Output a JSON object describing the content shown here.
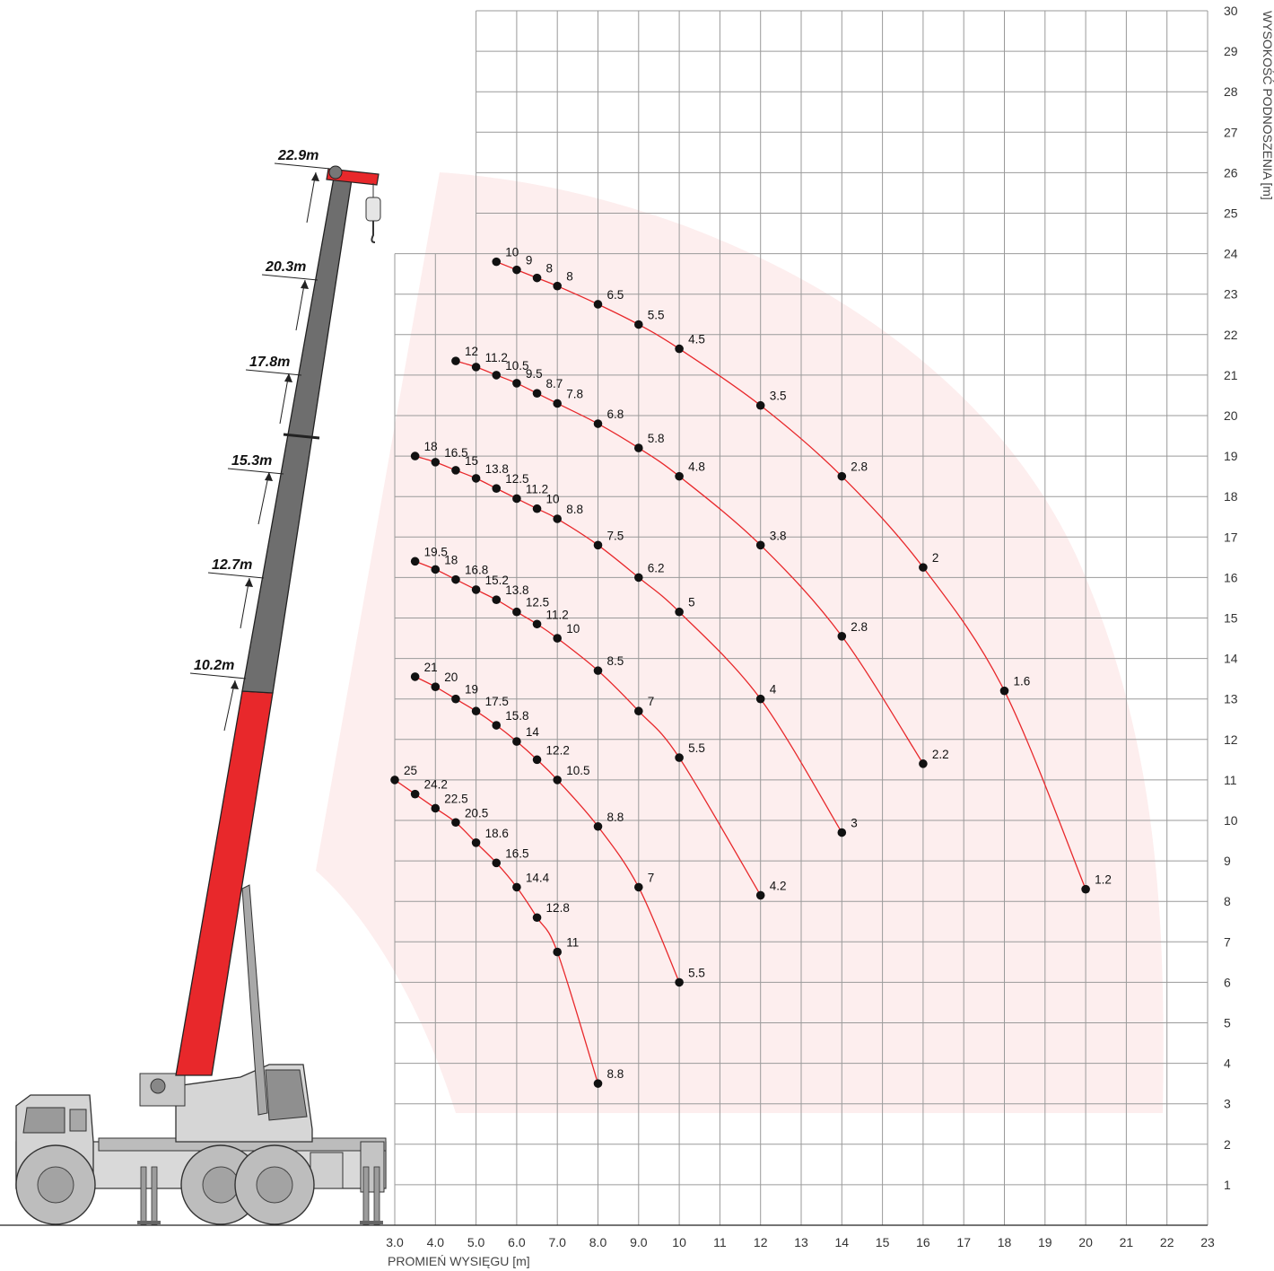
{
  "chart_data": {
    "type": "line",
    "title": "",
    "xlabel": "PROMIEŃ WYSIĘGU [m]",
    "ylabel": "WYSOKOŚĆ PODNOSZENIA [m]",
    "xlim": [
      3.0,
      23
    ],
    "ylim": [
      0,
      30
    ],
    "x_ticks": [
      "3.0",
      "4.0",
      "5.0",
      "6.0",
      "7.0",
      "8.0",
      "9.0",
      "10",
      "11",
      "12",
      "13",
      "14",
      "15",
      "16",
      "17",
      "18",
      "19",
      "20",
      "21",
      "22",
      "23"
    ],
    "y_ticks": [
      "1",
      "2",
      "3",
      "4",
      "5",
      "6",
      "7",
      "8",
      "9",
      "10",
      "11",
      "12",
      "13",
      "14",
      "15",
      "16",
      "17",
      "18",
      "19",
      "20",
      "21",
      "22",
      "23",
      "24",
      "25",
      "26",
      "27",
      "28",
      "29",
      "30"
    ],
    "grid": true,
    "colors": {
      "curve": "#e8282b",
      "point": "#111111",
      "zone": "#fdeeee",
      "boom_red": "#e8282b",
      "boom_grey": "#6e6e6e"
    },
    "boom_lengths": [
      "10.2m",
      "12.7m",
      "15.3m",
      "17.8m",
      "20.3m",
      "22.9m"
    ],
    "series": [
      {
        "points": [
          {
            "x": 3.0,
            "y": 11.0,
            "label": "25"
          },
          {
            "x": 3.5,
            "y": 10.65,
            "label": "24.2"
          },
          {
            "x": 4.0,
            "y": 10.3,
            "label": "22.5"
          },
          {
            "x": 4.5,
            "y": 9.95,
            "label": "20.5"
          },
          {
            "x": 5.0,
            "y": 9.45,
            "label": "18.6"
          },
          {
            "x": 5.5,
            "y": 8.95,
            "label": "16.5"
          },
          {
            "x": 6.0,
            "y": 8.35,
            "label": "14.4"
          },
          {
            "x": 6.5,
            "y": 7.6,
            "label": "12.8"
          },
          {
            "x": 7.0,
            "y": 6.75,
            "label": "11"
          },
          {
            "x": 8.0,
            "y": 3.5,
            "label": "8.8"
          }
        ]
      },
      {
        "points": [
          {
            "x": 3.5,
            "y": 13.55,
            "label": "21"
          },
          {
            "x": 4.0,
            "y": 13.3,
            "label": "20"
          },
          {
            "x": 4.5,
            "y": 13.0,
            "label": "19"
          },
          {
            "x": 5.0,
            "y": 12.7,
            "label": "17.5"
          },
          {
            "x": 5.5,
            "y": 12.35,
            "label": "15.8"
          },
          {
            "x": 6.0,
            "y": 11.95,
            "label": "14"
          },
          {
            "x": 6.5,
            "y": 11.5,
            "label": "12.2"
          },
          {
            "x": 7.0,
            "y": 11.0,
            "label": "10.5"
          },
          {
            "x": 8.0,
            "y": 9.85,
            "label": "8.8"
          },
          {
            "x": 9.0,
            "y": 8.35,
            "label": "7"
          },
          {
            "x": 10.0,
            "y": 6.0,
            "label": "5.5"
          }
        ]
      },
      {
        "points": [
          {
            "x": 3.5,
            "y": 16.4,
            "label": "19.5"
          },
          {
            "x": 4.0,
            "y": 16.2,
            "label": "18"
          },
          {
            "x": 4.5,
            "y": 15.95,
            "label": "16.8"
          },
          {
            "x": 5.0,
            "y": 15.7,
            "label": "15.2"
          },
          {
            "x": 5.5,
            "y": 15.45,
            "label": "13.8"
          },
          {
            "x": 6.0,
            "y": 15.15,
            "label": "12.5"
          },
          {
            "x": 6.5,
            "y": 14.85,
            "label": "11.2"
          },
          {
            "x": 7.0,
            "y": 14.5,
            "label": "10"
          },
          {
            "x": 8.0,
            "y": 13.7,
            "label": "8.5"
          },
          {
            "x": 9.0,
            "y": 12.7,
            "label": "7"
          },
          {
            "x": 10.0,
            "y": 11.55,
            "label": "5.5"
          },
          {
            "x": 12.0,
            "y": 8.15,
            "label": "4.2"
          }
        ]
      },
      {
        "points": [
          {
            "x": 3.5,
            "y": 19.0,
            "label": "18"
          },
          {
            "x": 4.0,
            "y": 18.85,
            "label": "16.5"
          },
          {
            "x": 4.5,
            "y": 18.65,
            "label": "15"
          },
          {
            "x": 5.0,
            "y": 18.45,
            "label": "13.8"
          },
          {
            "x": 5.5,
            "y": 18.2,
            "label": "12.5"
          },
          {
            "x": 6.0,
            "y": 17.95,
            "label": "11.2"
          },
          {
            "x": 6.5,
            "y": 17.7,
            "label": "10"
          },
          {
            "x": 7.0,
            "y": 17.45,
            "label": "8.8"
          },
          {
            "x": 8.0,
            "y": 16.8,
            "label": "7.5"
          },
          {
            "x": 9.0,
            "y": 16.0,
            "label": "6.2"
          },
          {
            "x": 10.0,
            "y": 15.15,
            "label": "5"
          },
          {
            "x": 12.0,
            "y": 13.0,
            "label": "4"
          },
          {
            "x": 14.0,
            "y": 9.7,
            "label": "3"
          }
        ]
      },
      {
        "points": [
          {
            "x": 4.5,
            "y": 21.35,
            "label": "12"
          },
          {
            "x": 5.0,
            "y": 21.2,
            "label": "11.2"
          },
          {
            "x": 5.5,
            "y": 21.0,
            "label": "10.5"
          },
          {
            "x": 6.0,
            "y": 20.8,
            "label": "9.5"
          },
          {
            "x": 6.5,
            "y": 20.55,
            "label": "8.7"
          },
          {
            "x": 7.0,
            "y": 20.3,
            "label": "7.8"
          },
          {
            "x": 8.0,
            "y": 19.8,
            "label": "6.8"
          },
          {
            "x": 9.0,
            "y": 19.2,
            "label": "5.8"
          },
          {
            "x": 10.0,
            "y": 18.5,
            "label": "4.8"
          },
          {
            "x": 12.0,
            "y": 16.8,
            "label": "3.8"
          },
          {
            "x": 14.0,
            "y": 14.55,
            "label": "2.8"
          },
          {
            "x": 16.0,
            "y": 11.4,
            "label": "2.2"
          }
        ]
      },
      {
        "points": [
          {
            "x": 5.5,
            "y": 23.8,
            "label": "10"
          },
          {
            "x": 6.0,
            "y": 23.6,
            "label": "9"
          },
          {
            "x": 6.5,
            "y": 23.4,
            "label": "8"
          },
          {
            "x": 7.0,
            "y": 23.2,
            "label": "8"
          },
          {
            "x": 8.0,
            "y": 22.75,
            "label": "6.5"
          },
          {
            "x": 9.0,
            "y": 22.25,
            "label": "5.5"
          },
          {
            "x": 10.0,
            "y": 21.65,
            "label": "4.5"
          },
          {
            "x": 12.0,
            "y": 20.25,
            "label": "3.5"
          },
          {
            "x": 14.0,
            "y": 18.5,
            "label": "2.8"
          },
          {
            "x": 16.0,
            "y": 16.25,
            "label": "2"
          },
          {
            "x": 18.0,
            "y": 13.2,
            "label": "1.6"
          },
          {
            "x": 20.0,
            "y": 8.3,
            "label": "1.2"
          }
        ]
      }
    ]
  }
}
